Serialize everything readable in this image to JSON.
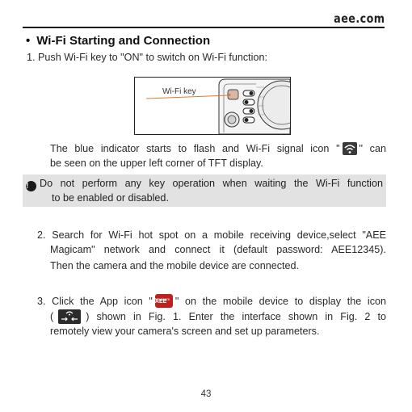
{
  "header": {
    "brand": "aee.com"
  },
  "section": {
    "bullet": "•",
    "title": "Wi-Fi Starting and Connection"
  },
  "step1": {
    "text": "1. Push Wi-Fi key to \"ON\" to switch on Wi-Fi function:",
    "figure_label": "Wi-Fi key",
    "para_a": "The blue indicator starts to flash and Wi-Fi signal icon \"",
    "para_b": "\" can",
    "para_c": "be seen on the upper left corner of TFT display."
  },
  "warning": {
    "line1": "Do not perform any key operation when waiting the Wi-Fi function",
    "line2": "to be enabled or disabled."
  },
  "step2": {
    "line1": "2. Search for Wi-Fi hot spot on a mobile receiving device,select \"AEE",
    "line2": "Magicam\" network and connect it (default password: AEE12345).",
    "line3": "Then the camera and the mobile device are connected."
  },
  "step3": {
    "line1_a": "3. Click the App icon \"",
    "line1_b": "\" on the mobile device to display the icon",
    "line2_a": "(",
    "line2_b": ") shown in Fig. 1. Enter the interface shown in Fig. 2 to",
    "line3": "remotely view your camera's screen and  set up parameters.",
    "app_icon_top": "AEE",
    "app_icon_bottom": "Magicam"
  },
  "footer": {
    "page_number": "43"
  },
  "icons": {
    "wifi_signal": "wifi-signal-icon",
    "warning": "exclamation-circle-icon",
    "app": "aee-magicam-app-icon",
    "connection": "wifi-connection-icon"
  },
  "colors": {
    "warning_bg": "#e2e2e2",
    "figure_line": "#e07a3a",
    "app_icon": "#c0201c"
  }
}
